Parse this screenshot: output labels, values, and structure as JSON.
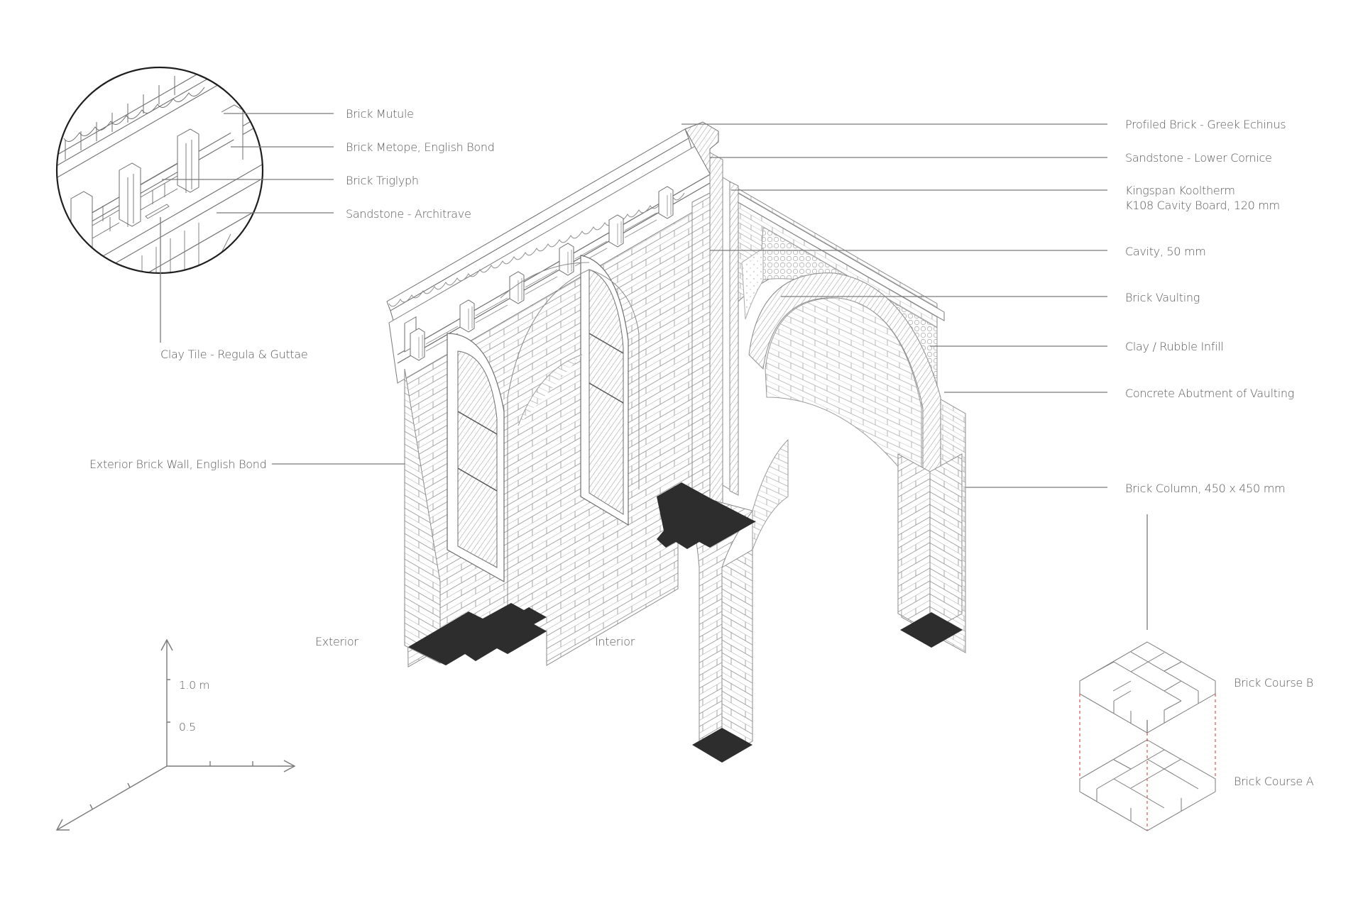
{
  "detail_callout": {
    "labels": [
      {
        "id": "brick-mutule",
        "text": "Brick Mutule"
      },
      {
        "id": "brick-metope",
        "text": "Brick Metope, English Bond"
      },
      {
        "id": "brick-triglyph",
        "text": "Brick Triglyph"
      },
      {
        "id": "sandstone-architrave",
        "text": "Sandstone - Architrave"
      },
      {
        "id": "clay-tile",
        "text": "Clay Tile - Regula & Guttae"
      }
    ]
  },
  "right_labels": [
    {
      "id": "profiled-brick",
      "lines": [
        "Profiled Brick - Greek Echinus"
      ]
    },
    {
      "id": "sandstone-cornice",
      "lines": [
        "Sandstone - Lower Cornice"
      ]
    },
    {
      "id": "kingspan",
      "lines": [
        "Kingspan Kooltherm",
        "K108 Cavity Board, 120 mm"
      ]
    },
    {
      "id": "cavity",
      "lines": [
        "Cavity, 50 mm"
      ]
    },
    {
      "id": "brick-vaulting",
      "lines": [
        "Brick Vaulting"
      ]
    },
    {
      "id": "clay-rubble",
      "lines": [
        "Clay / Rubble Infill"
      ]
    },
    {
      "id": "concrete-abutment",
      "lines": [
        "Concrete Abutment of Vaulting"
      ]
    },
    {
      "id": "brick-column",
      "lines": [
        "Brick Column, 450 x 450 mm"
      ]
    }
  ],
  "left_labels": {
    "exterior_wall": "Exterior Brick Wall, English Bond",
    "exterior": "Exterior",
    "interior": "Interior"
  },
  "scale_axes": {
    "tick_labels": [
      "1.0 m",
      "0.5"
    ]
  },
  "brick_courses": {
    "course_b": "Brick Course B",
    "course_a": "Brick Course A"
  },
  "colors": {
    "line": "#8a8a8a",
    "cut_fill": "#2d2d2d",
    "text": "#5a5a5a",
    "dashed_guide": "#d9534f"
  }
}
